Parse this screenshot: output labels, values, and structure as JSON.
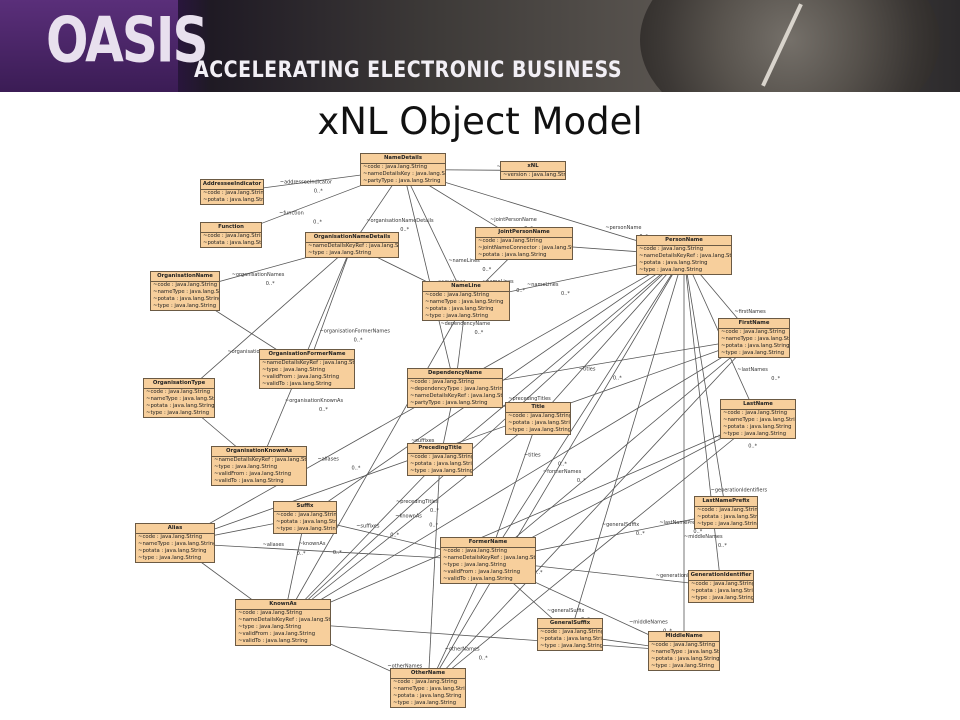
{
  "header": {
    "logo_text": "OASIS",
    "tagline": "ACCELERATING ELECTRONIC BUSINESS"
  },
  "slide": {
    "title": "xNL Object Model"
  },
  "classes": [
    {
      "name": "NameDetails",
      "attrs": [
        "~code : java.lang.String",
        "~nameDetailsKey : java.lang.String",
        "~partyType : java.lang.String"
      ]
    },
    {
      "name": "xNL",
      "attrs": [
        "~version : java.lang.String"
      ]
    },
    {
      "name": "AddresseeIndicator",
      "attrs": [
        "~code : java.lang.String",
        "~potata : java.lang.String"
      ]
    },
    {
      "name": "Function",
      "attrs": [
        "~code : java.lang.String",
        "~potata : java.lang.String"
      ]
    },
    {
      "name": "OrganisationNameDetails",
      "attrs": [
        "~nameDetailsKeyRef : java.lang.String",
        "~type : java.lang.String"
      ]
    },
    {
      "name": "JointPersonName",
      "attrs": [
        "~code : java.lang.String",
        "~jointNameConnector : java.lang.String",
        "~potata : java.lang.String"
      ]
    },
    {
      "name": "PersonName",
      "attrs": [
        "~code : java.lang.String",
        "~nameDetailsKeyRef : java.lang.String",
        "~potata : java.lang.String",
        "~type : java.lang.String"
      ]
    },
    {
      "name": "OrganisationName",
      "attrs": [
        "~code : java.lang.String",
        "~nameType : java.lang.String",
        "~potata : java.lang.String",
        "~type : java.lang.String"
      ]
    },
    {
      "name": "NameLine",
      "attrs": [
        "~code : java.lang.String",
        "~nameType : java.lang.String",
        "~potata : java.lang.String",
        "~type : java.lang.String"
      ]
    },
    {
      "name": "FirstName",
      "attrs": [
        "~code : java.lang.String",
        "~nameType : java.lang.String",
        "~potata : java.lang.String",
        "~type : java.lang.String"
      ]
    },
    {
      "name": "OrganisationFormerName",
      "attrs": [
        "~nameDetailsKeyRef : java.lang.String",
        "~type : java.lang.String",
        "~validFrom : java.lang.String",
        "~validTo : java.lang.String"
      ]
    },
    {
      "name": "DependencyName",
      "attrs": [
        "~code : java.lang.String",
        "~dependencyType : java.lang.String",
        "~nameDetailsKeyRef : java.lang.String",
        "~partyType : java.lang.String"
      ]
    },
    {
      "name": "OrganisationType",
      "attrs": [
        "~code : java.lang.String",
        "~nameType : java.lang.String",
        "~potata : java.lang.String",
        "~type : java.lang.String"
      ]
    },
    {
      "name": "LastName",
      "attrs": [
        "~code : java.lang.String",
        "~nameType : java.lang.String",
        "~potata : java.lang.String",
        "~type : java.lang.String"
      ]
    },
    {
      "name": "Title",
      "attrs": [
        "~code : java.lang.String",
        "~potata : java.lang.String",
        "~type : java.lang.String"
      ]
    },
    {
      "name": "OrganisationKnownAs",
      "attrs": [
        "~nameDetailsKeyRef : java.lang.String",
        "~type : java.lang.String",
        "~validFrom : java.lang.String",
        "~validTo : java.lang.String"
      ]
    },
    {
      "name": "PrecedingTitle",
      "attrs": [
        "~code : java.lang.String",
        "~potata : java.lang.String",
        "~type : java.lang.String"
      ]
    },
    {
      "name": "LastNamePrefix",
      "attrs": [
        "~code : java.lang.String",
        "~potata : java.lang.String",
        "~type : java.lang.String"
      ]
    },
    {
      "name": "Suffix",
      "attrs": [
        "~code : java.lang.String",
        "~potata : java.lang.String",
        "~type : java.lang.String"
      ]
    },
    {
      "name": "Alias",
      "attrs": [
        "~code : java.lang.String",
        "~nameType : java.lang.String",
        "~potata : java.lang.String",
        "~type : java.lang.String"
      ]
    },
    {
      "name": "FormerName",
      "attrs": [
        "~code : java.lang.String",
        "~nameDetailsKeyRef : java.lang.String",
        "~type : java.lang.String",
        "~validFrom : java.lang.String",
        "~validTo : java.lang.String"
      ]
    },
    {
      "name": "GenerationIdentifier",
      "attrs": [
        "~code : java.lang.String",
        "~potata : java.lang.String",
        "~type : java.lang.String"
      ]
    },
    {
      "name": "KnownAs",
      "attrs": [
        "~code : java.lang.String",
        "~nameDetailsKeyRef : java.lang.String",
        "~type : java.lang.String",
        "~validFrom : java.lang.String",
        "~validTo : java.lang.String"
      ]
    },
    {
      "name": "GeneralSuffix",
      "attrs": [
        "~code : java.lang.String",
        "~potata : java.lang.String",
        "~type : java.lang.String"
      ]
    },
    {
      "name": "MiddleName",
      "attrs": [
        "~code : java.lang.String",
        "~nameType : java.lang.String",
        "~potata : java.lang.String",
        "~type : java.lang.String"
      ]
    },
    {
      "name": "OtherName",
      "attrs": [
        "~code : java.lang.String",
        "~nameType : java.lang.String",
        "~potata : java.lang.String",
        "~type : java.lang.String"
      ]
    }
  ],
  "association_labels": [
    "~nameDetails",
    "~addresseeIndicator",
    "~function",
    "~organisationNameDetails",
    "~jointPersonName",
    "~personName",
    "~personNames",
    "~nameLines",
    "~organisationFormerNames",
    "~organisationTypes",
    "~organisationKnownAs",
    "~dependencyName",
    "~titles",
    "~precedingTitles",
    "~firstNames",
    "~lastNames",
    "~lastNamePrefix",
    "~suffixes",
    "~aliases",
    "~formerNames",
    "~generationIdentifiers",
    "~knownAs",
    "~generalSuffix",
    "~middleNames",
    "~otherNames",
    "0..*"
  ]
}
